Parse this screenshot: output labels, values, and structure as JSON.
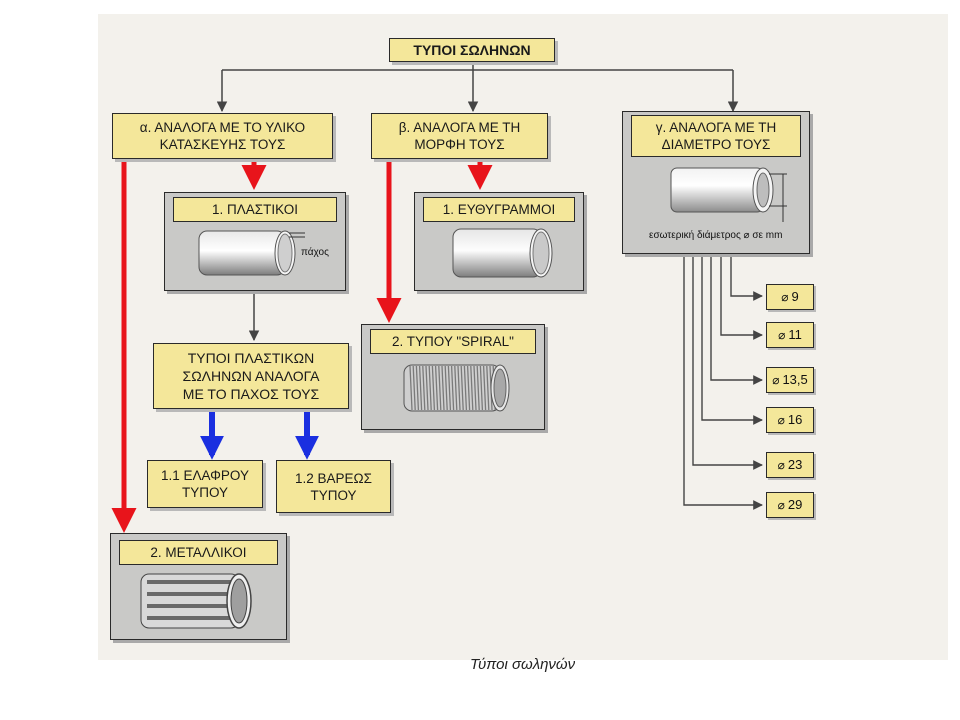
{
  "title": "ΤΥΠΟΙ ΣΩΛΗΝΩΝ",
  "categories": {
    "material": {
      "line1": "α. ΑΝΑΛΟΓΑ ΜΕ ΤΟ ΥΛΙΚΟ",
      "line2": "ΚΑΤΑΣΚΕΥΗΣ ΤΟΥΣ"
    },
    "shape": {
      "line1": "β. ΑΝΑΛΟΓΑ ΜΕ ΤΗ",
      "line2": "ΜΟΡΦΗ ΤΟΥΣ"
    },
    "diameter": {
      "line1": "γ. ΑΝΑΛΟΓΑ ΜΕ ΤΗ",
      "line2": "ΔΙΑΜΕΤΡΟ ΤΟΥΣ",
      "note": "εσωτερική διάμετρος ⌀ σε mm"
    }
  },
  "plastic": {
    "label": "1. ΠΛΑΣΤΙΚΟΙ",
    "thickness": "πάχος"
  },
  "plastic_types": {
    "line1": "ΤΥΠΟΙ ΠΛΑΣΤΙΚΩΝ",
    "line2": "ΣΩΛΗΝΩΝ ΑΝΑΛΟΓΑ",
    "line3": "ΜΕ ΤΟ ΠΑΧΟΣ ΤΟΥΣ"
  },
  "light": {
    "line1": "1.1 ΕΛΑΦΡΟΥ",
    "line2": "ΤΥΠΟΥ"
  },
  "heavy": {
    "line1": "1.2 ΒΑΡΕΩΣ",
    "line2": "ΤΥΠΟΥ"
  },
  "metal": {
    "label": "2. ΜΕΤΑΛΛΙΚΟΙ"
  },
  "straight": {
    "label": "1. ΕΥΘΥΓΡΑΜΜΟΙ"
  },
  "spiral": {
    "label": "2. ΤΥΠΟΥ \"SPIRAL\""
  },
  "diameter_symbol": "⌀",
  "diameters": [
    "9",
    "11",
    "13,5",
    "16",
    "23",
    "29"
  ],
  "caption": "Τύποι σωληνών",
  "colors": {
    "red_arrow": "#e8141b",
    "blue_arrow": "#1a2fe0",
    "box_fill": "#f4e79a",
    "panel_fill": "#c9c9c7",
    "line": "#444444"
  }
}
